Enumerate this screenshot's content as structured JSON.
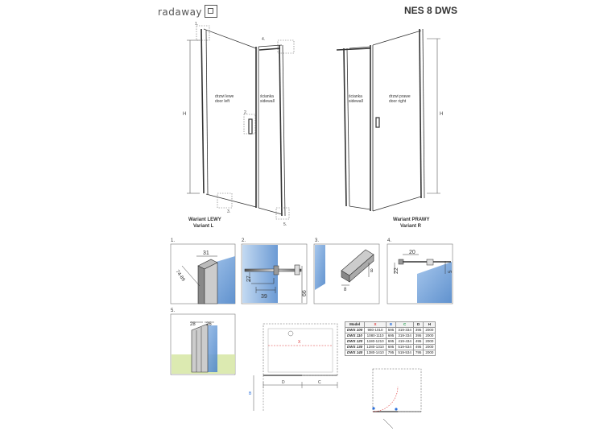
{
  "brand": {
    "logo_text": "radaway"
  },
  "title": "NES 8 DWS",
  "main_left": {
    "label_door": "drzwi lewe",
    "label_door_en": "door left",
    "label_side": "ścianka",
    "label_side_en": "sidewall",
    "variant_pl": "Wariant LEWY",
    "variant_en": "Variant L",
    "dim_h": "H",
    "callout_1": "1.",
    "callout_2": "2.",
    "callout_3": "3.",
    "callout_4": "4.",
    "callout_5": "5."
  },
  "main_right": {
    "label_side": "ścianka",
    "label_side_en": "sidewall",
    "label_door": "drzwi prawe",
    "label_door_en": "door right",
    "variant_pl": "Wariant PRAWY",
    "variant_en": "Variant R",
    "dim_h": "H"
  },
  "details": {
    "d1": {
      "label": "1.",
      "dim_a": "31",
      "dim_b": "74-89"
    },
    "d2": {
      "label": "2.",
      "dim_a": "27",
      "dim_b": "39",
      "dim_c": "66"
    },
    "d3": {
      "label": "3.",
      "dim_a": "8",
      "dim_b": "8"
    },
    "d4": {
      "label": "4.",
      "dim_a": "20",
      "dim_b": "22",
      "dim_c": "5"
    },
    "d5": {
      "label": "5.",
      "dim_a": "28",
      "dim_b": "26"
    }
  },
  "plan": {
    "x": "X",
    "d": "D",
    "c": "C",
    "b": "B"
  },
  "table": {
    "headers": [
      "Model",
      "X",
      "B",
      "C",
      "D",
      "H"
    ],
    "rows": [
      [
        "DWS 100",
        "980-1010",
        "595",
        "319-334",
        "395",
        "2000"
      ],
      [
        "DWS 110",
        "1080-1110",
        "695",
        "319-334",
        "395",
        "2000"
      ],
      [
        "DWS 120",
        "1180-1210",
        "695",
        "419-434",
        "495",
        "2000"
      ],
      [
        "DWS 130",
        "1280-1310",
        "695",
        "519-534",
        "495",
        "2000"
      ],
      [
        "DWS 140",
        "1380-1410",
        "795",
        "519-534",
        "795",
        "2000"
      ]
    ]
  },
  "colors": {
    "glass": "#6f9fd6",
    "frame": "#333333",
    "dim": "#444444",
    "x": "#dd3333"
  }
}
